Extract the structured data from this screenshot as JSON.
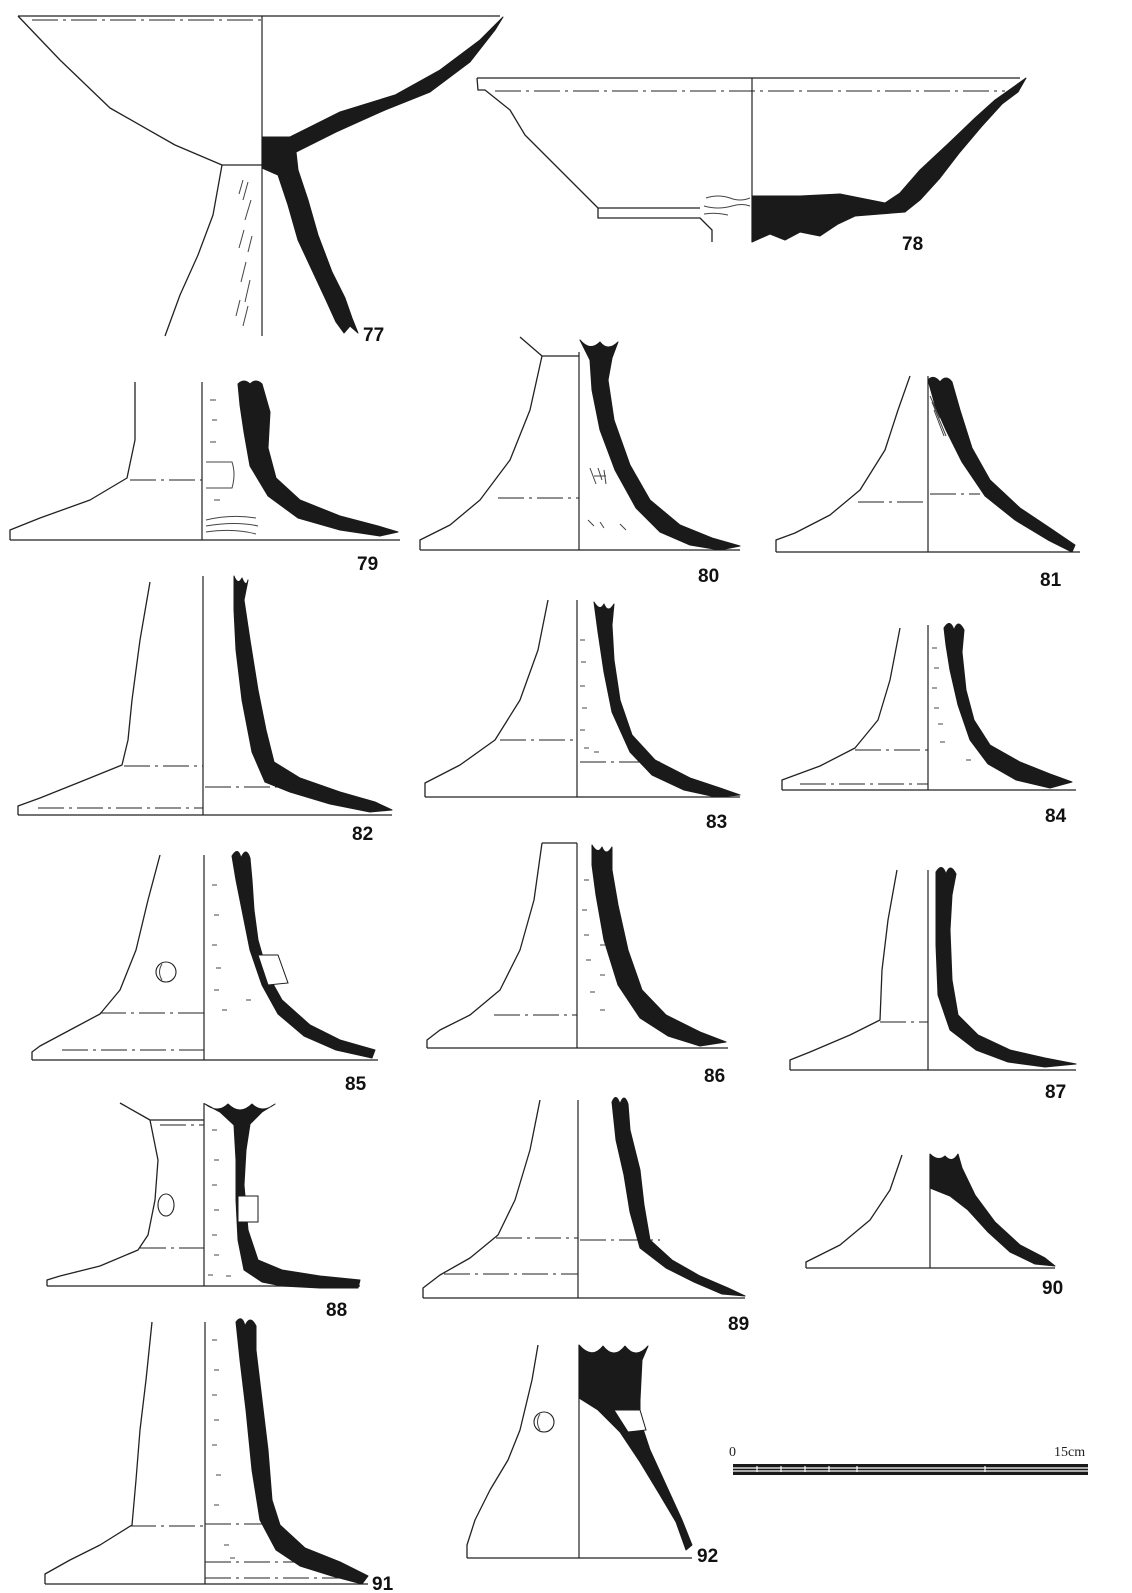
{
  "figures": [
    {
      "id": "fig-77",
      "label": "77"
    },
    {
      "id": "fig-78",
      "label": "78"
    },
    {
      "id": "fig-79",
      "label": "79"
    },
    {
      "id": "fig-80",
      "label": "80"
    },
    {
      "id": "fig-81",
      "label": "81"
    },
    {
      "id": "fig-82",
      "label": "82"
    },
    {
      "id": "fig-83",
      "label": "83"
    },
    {
      "id": "fig-84",
      "label": "84"
    },
    {
      "id": "fig-85",
      "label": "85"
    },
    {
      "id": "fig-86",
      "label": "86"
    },
    {
      "id": "fig-87",
      "label": "87"
    },
    {
      "id": "fig-88",
      "label": "88"
    },
    {
      "id": "fig-89",
      "label": "89"
    },
    {
      "id": "fig-90",
      "label": "90"
    },
    {
      "id": "fig-91",
      "label": "91"
    },
    {
      "id": "fig-92",
      "label": "92"
    }
  ],
  "scale_bar": {
    "start_label": "0",
    "end_label": "15cm"
  }
}
